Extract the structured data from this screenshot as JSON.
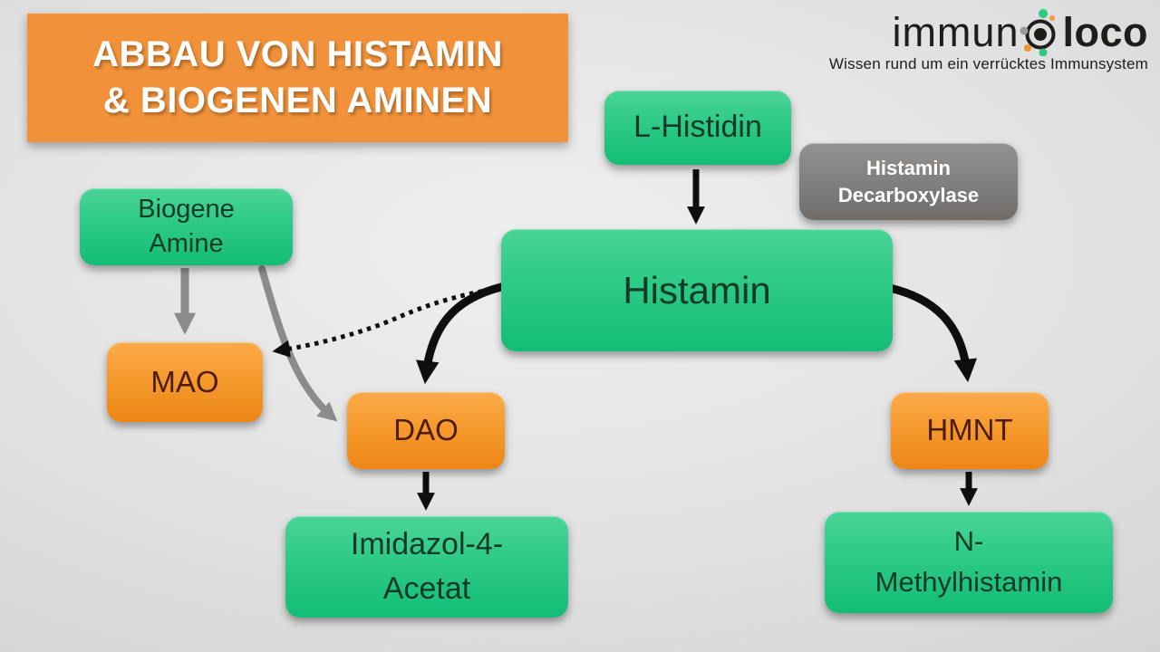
{
  "title": {
    "line1": "ABBAU VON HISTAMIN",
    "line2": "& BIOGENEN AMINEN"
  },
  "logo": {
    "brand_thin": "immun",
    "brand_bold": "loco",
    "tagline": "Wissen rund um ein verrücktes Immunsystem"
  },
  "nodes": {
    "l_histidin": {
      "label": "L-Histidin"
    },
    "histamin_decarboxylase": {
      "line1": "Histamin",
      "line2": "Decarboxylase"
    },
    "histamin": {
      "label": "Histamin"
    },
    "biogene_amine": {
      "line1": "Biogene",
      "line2": "Amine"
    },
    "mao": {
      "label": "MAO"
    },
    "dao": {
      "label": "DAO"
    },
    "hmnt": {
      "label": "HMNT"
    },
    "imidazol_4_acetat": {
      "line1": "Imidazol-4-",
      "line2": "Acetat"
    },
    "n_methylhistamin": {
      "line1": "N-",
      "line2": "Methylhistamin"
    }
  },
  "edges": [
    {
      "from": "L-Histidin",
      "to": "Histamin",
      "style": "solid",
      "color": "#0e0e0e"
    },
    {
      "from": "Histamin",
      "to": "DAO",
      "style": "solid-curve",
      "color": "#0e0e0e"
    },
    {
      "from": "Histamin",
      "to": "HMNT",
      "style": "solid-curve",
      "color": "#0e0e0e"
    },
    {
      "from": "Histamin",
      "to": "MAO",
      "style": "dotted-curve",
      "color": "#0e0e0e"
    },
    {
      "from": "Biogene Amine",
      "to": "MAO",
      "style": "solid",
      "color": "#8b8b8b"
    },
    {
      "from": "Biogene Amine",
      "to": "DAO",
      "style": "solid-curve",
      "color": "#8b8b8b"
    },
    {
      "from": "DAO",
      "to": "Imidazol-4-Acetat",
      "style": "solid",
      "color": "#0e0e0e"
    },
    {
      "from": "HMNT",
      "to": "N-Methylhistamin",
      "style": "solid",
      "color": "#0e0e0e"
    }
  ],
  "colors": {
    "background": "#e4e4e4",
    "title_orange": "#f1923a",
    "node_green_top": "#4bd498",
    "node_green_bottom": "#13bc76",
    "node_orange_top": "#fbab4a",
    "node_orange_bottom": "#ee8617",
    "node_gray": "#7d7b79",
    "arrow_black": "#0e0e0e",
    "arrow_gray": "#8b8b8b",
    "green_text": "#123a27",
    "orange_text": "#4d1c0b"
  }
}
